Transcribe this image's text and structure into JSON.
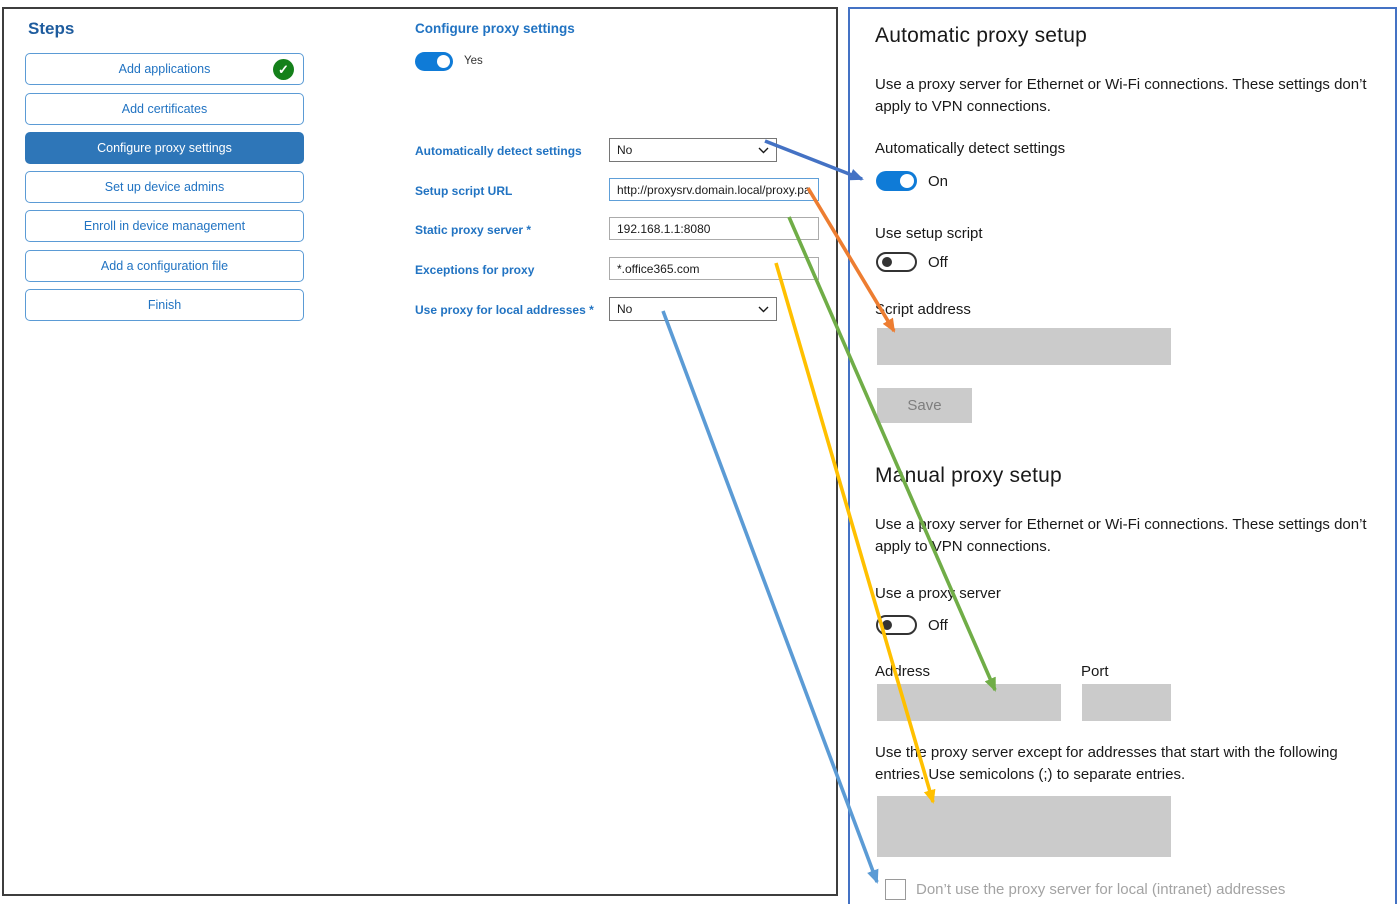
{
  "sidebar": {
    "title": "Steps",
    "items": [
      {
        "label": "Add applications",
        "completed": true,
        "selected": false
      },
      {
        "label": "Add certificates",
        "completed": false,
        "selected": false
      },
      {
        "label": "Configure proxy settings",
        "completed": false,
        "selected": true
      },
      {
        "label": "Set up device admins",
        "completed": false,
        "selected": false
      },
      {
        "label": "Enroll in device management",
        "completed": false,
        "selected": false
      },
      {
        "label": "Add a configuration file",
        "completed": false,
        "selected": false
      },
      {
        "label": "Finish",
        "completed": false,
        "selected": false
      }
    ]
  },
  "form": {
    "title": "Configure proxy settings",
    "enabled_toggle": {
      "state": "on",
      "label": "Yes"
    },
    "fields": [
      {
        "label": "Automatically detect settings",
        "type": "select",
        "value": "No"
      },
      {
        "label": "Setup script URL",
        "type": "text",
        "value": "http://proxysrv.domain.local/proxy.pa",
        "focused": true
      },
      {
        "label": "Static proxy server *",
        "type": "text",
        "value": "192.168.1.1:8080"
      },
      {
        "label": "Exceptions for proxy",
        "type": "text",
        "value": "*.office365.com"
      },
      {
        "label": "Use proxy for local addresses *",
        "type": "select",
        "value": "No"
      }
    ]
  },
  "settings_panel": {
    "automatic": {
      "heading": "Automatic proxy setup",
      "description": "Use a proxy server for Ethernet or Wi-Fi connections. These settings don’t apply to VPN connections.",
      "detect_label": "Automatically detect settings",
      "detect_state": "On",
      "script_label": "Use setup script",
      "script_state": "Off",
      "script_address_label": "Script address",
      "save_label": "Save"
    },
    "manual": {
      "heading": "Manual proxy setup",
      "description": "Use a proxy server for Ethernet or Wi-Fi connections. These settings don’t apply to VPN connections.",
      "proxy_label": "Use a proxy server",
      "proxy_state": "Off",
      "address_label": "Address",
      "port_label": "Port",
      "exceptions_text": "Use the proxy server except for addresses that start with the following entries. Use semicolons (;) to separate entries.",
      "checkbox_label": "Don’t use the proxy server for local (intranet) addresses",
      "checkbox_checked": false
    }
  },
  "icons": {
    "completed_check": "✓"
  },
  "colors": {
    "accent_blue": "#2173c2",
    "selected_step_bg": "#2e76b8",
    "toggle_on_blue": "#0f7bd7",
    "success_green": "#14801a",
    "panel_border_blue": "#4472c4"
  },
  "arrows": [
    {
      "name": "auto-detect-mapping",
      "color": "#4472c4"
    },
    {
      "name": "setup-script-mapping",
      "color": "#ed7d31"
    },
    {
      "name": "static-proxy-mapping",
      "color": "#70ad47"
    },
    {
      "name": "exceptions-mapping",
      "color": "#ffc000"
    },
    {
      "name": "local-addresses-mapping",
      "color": "#5b9bd5"
    }
  ]
}
